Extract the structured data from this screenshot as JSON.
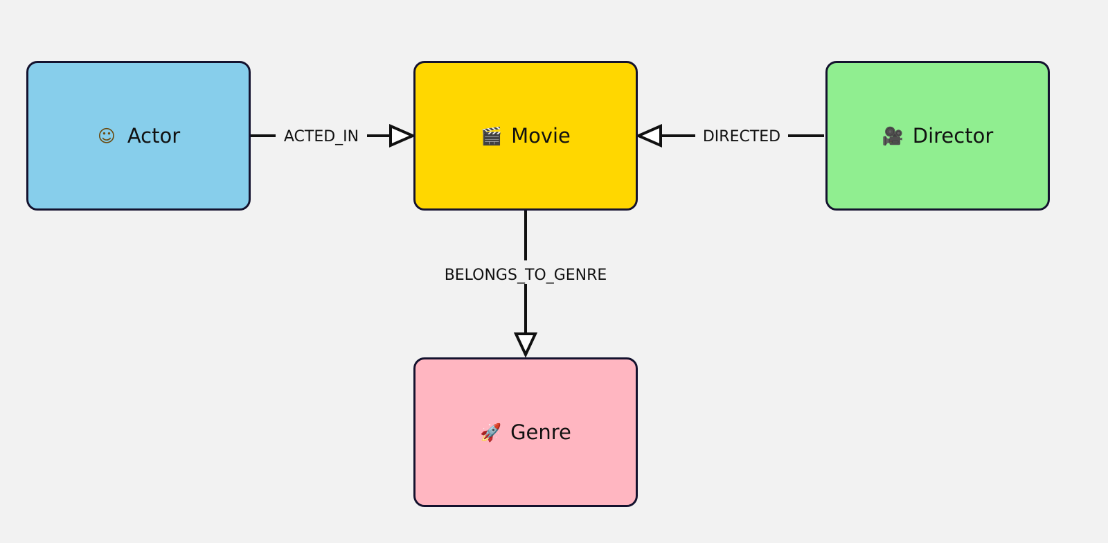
{
  "nodes": {
    "actor": {
      "label": "Actor",
      "icon": "person-icon",
      "glyph": "☺",
      "color": "#87ceeb"
    },
    "movie": {
      "label": "Movie",
      "icon": "clapperboard-icon",
      "glyph": "🎬",
      "color": "#ffd700"
    },
    "director": {
      "label": "Director",
      "icon": "movie-camera-icon",
      "glyph": "🎥",
      "color": "#90ee90"
    },
    "genre": {
      "label": "Genre",
      "icon": "rocket-icon",
      "glyph": "🚀",
      "color": "#ffb6c1"
    }
  },
  "edges": {
    "acted_in": {
      "label": "ACTED_IN",
      "from": "Actor",
      "to": "Movie"
    },
    "directed": {
      "label": "DIRECTED",
      "from": "Director",
      "to": "Movie"
    },
    "belongs_to_genre": {
      "label": "BELONGS_TO_GENRE",
      "from": "Movie",
      "to": "Genre"
    }
  },
  "colors": {
    "background": "#f2f2f2",
    "node_border": "#14122e",
    "edge": "#111111"
  }
}
